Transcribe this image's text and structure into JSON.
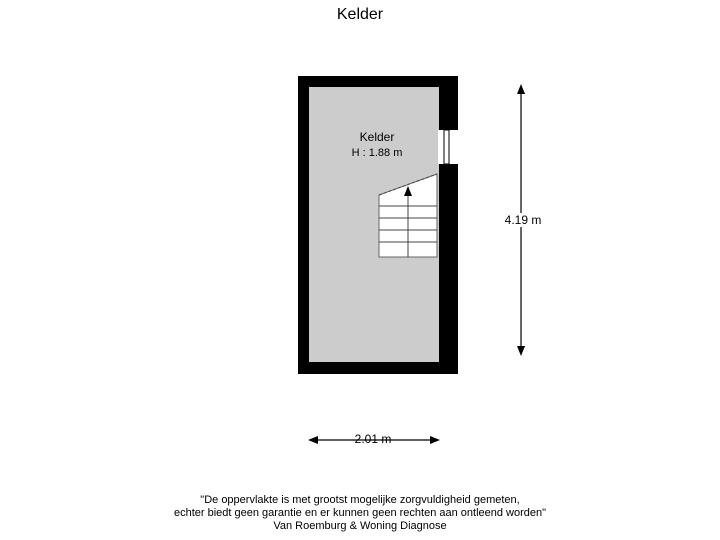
{
  "title": "Kelder",
  "room": {
    "name": "Kelder",
    "height": "H : 1.88 m"
  },
  "dimensions": {
    "height": "4.19 m",
    "width": "2.01 m"
  },
  "disclaimer": {
    "line1": "\"De oppervlakte is met grootst mogelijke zorgvuldigheid gemeten,",
    "line2": "echter biedt geen garantie en er kunnen geen rechten aan ontleend worden\"",
    "line3": "Van Roemburg & Woning Diagnose"
  },
  "colors": {
    "wall": "#000000",
    "floor": "#cccccc",
    "background": "#ffffff"
  }
}
